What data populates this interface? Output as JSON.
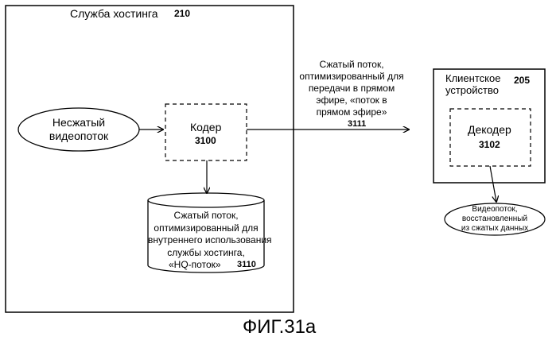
{
  "hosting": {
    "title": "Служба хостинга",
    "ref": "210"
  },
  "source": {
    "line1": "Несжатый",
    "line2": "видеопоток"
  },
  "encoder": {
    "title": "Кодер",
    "ref": "3100"
  },
  "hq_stream": {
    "line1": "Сжатый поток,",
    "line2": "оптимизированный для",
    "line3": "внутреннего использования",
    "line4": "службы хостинга,",
    "line5": "«HQ-поток»",
    "ref": "3110"
  },
  "live_stream": {
    "line1": "Сжатый поток,",
    "line2": "оптимизированный для",
    "line3": "передачи в прямом",
    "line4": "эфире, «поток в",
    "line5": "прямом эфире»",
    "ref": "3111"
  },
  "client": {
    "line1": "Клиентское",
    "line2": "устройство",
    "ref": "205"
  },
  "decoder": {
    "title": "Декодер",
    "ref": "3102"
  },
  "output": {
    "line1": "Видеопоток,",
    "line2": "восстановленный",
    "line3": "из сжатых данных"
  },
  "figure": {
    "caption": "ФИГ.31а"
  }
}
